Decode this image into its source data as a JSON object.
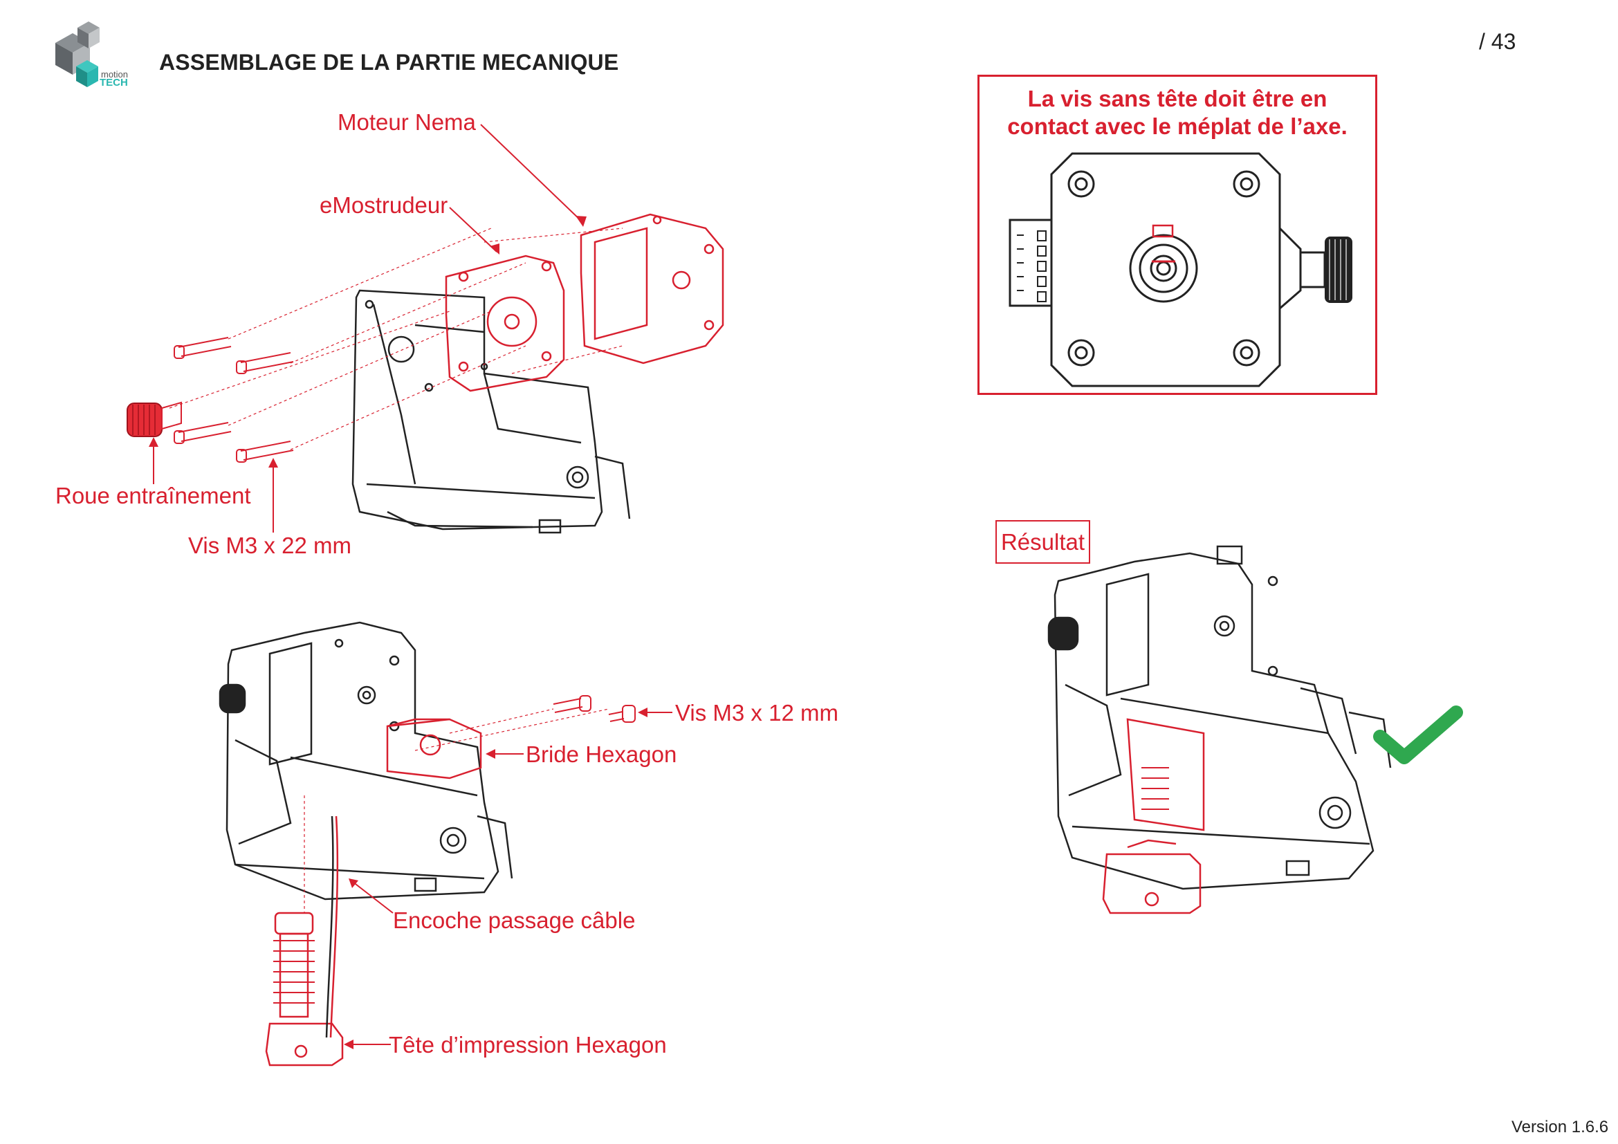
{
  "header": {
    "logo_text_top": "motion",
    "logo_text_bottom": "TECH",
    "title": "ASSEMBLAGE DE LA PARTIE MECANIQUE",
    "page_number": "/ 43"
  },
  "step1": {
    "labels": {
      "moteur": "Moteur Nema",
      "extrudeur": "eMostrudeur",
      "roue": "Roue entraînement",
      "vis": "Vis M3 x 22 mm"
    }
  },
  "step2": {
    "labels": {
      "vis": "Vis M3 x 12 mm",
      "bride": "Bride Hexagon",
      "encoche": "Encoche passage câble",
      "tete": "Tête d’impression Hexagon"
    }
  },
  "note": {
    "line1": "La vis sans tête doit être en",
    "line2": "contact avec le méplat de l’axe."
  },
  "result": {
    "label": "Résultat",
    "status_icon": "checkmark-icon"
  },
  "footer": {
    "version": "Version 1.6.6"
  },
  "colors": {
    "accent_red": "#d8202f",
    "line_dark": "#222222",
    "check_green": "#2fa84f",
    "logo_teal": "#2ab7b0"
  }
}
